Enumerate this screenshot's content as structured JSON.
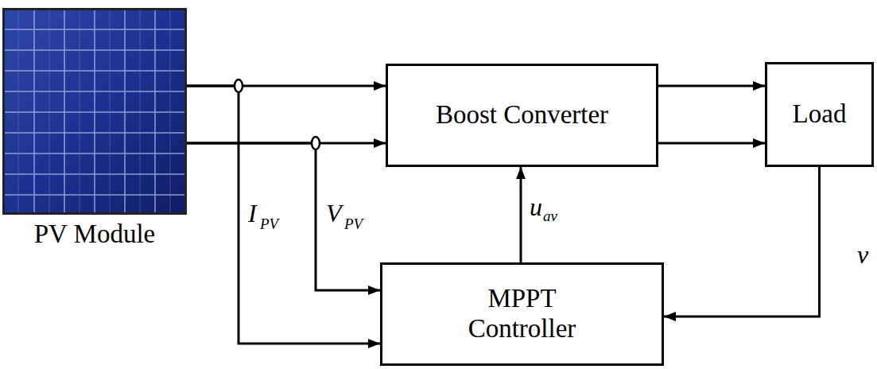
{
  "diagram": {
    "nodes": [
      {
        "text": [
          "PV Module"
        ]
      },
      {
        "text": [
          "Boost Converter"
        ]
      },
      {
        "text": [
          "Load"
        ]
      },
      {
        "text": [
          "MPPT Controller"
        ]
      }
    ],
    "edges": [
      {
        "from": 0,
        "to": 1,
        "arrow": "to"
      },
      {
        "from": 0,
        "to": 1,
        "arrow": "to"
      },
      {
        "from": 1,
        "to": 2,
        "arrow": "to"
      },
      {
        "from": 1,
        "to": 2,
        "arrow": "to"
      },
      {
        "from": 3,
        "to": 1,
        "arrow": "to"
      },
      {
        "from": 2,
        "to": 3,
        "arrow": "to"
      },
      {
        "from": 0,
        "to": 3,
        "arrow": "to"
      },
      {
        "from": 0,
        "to": 3,
        "arrow": "to"
      }
    ],
    "labels": [
      "I",
      "PV",
      "V",
      "PV",
      "u",
      "av",
      "v"
    ]
  }
}
